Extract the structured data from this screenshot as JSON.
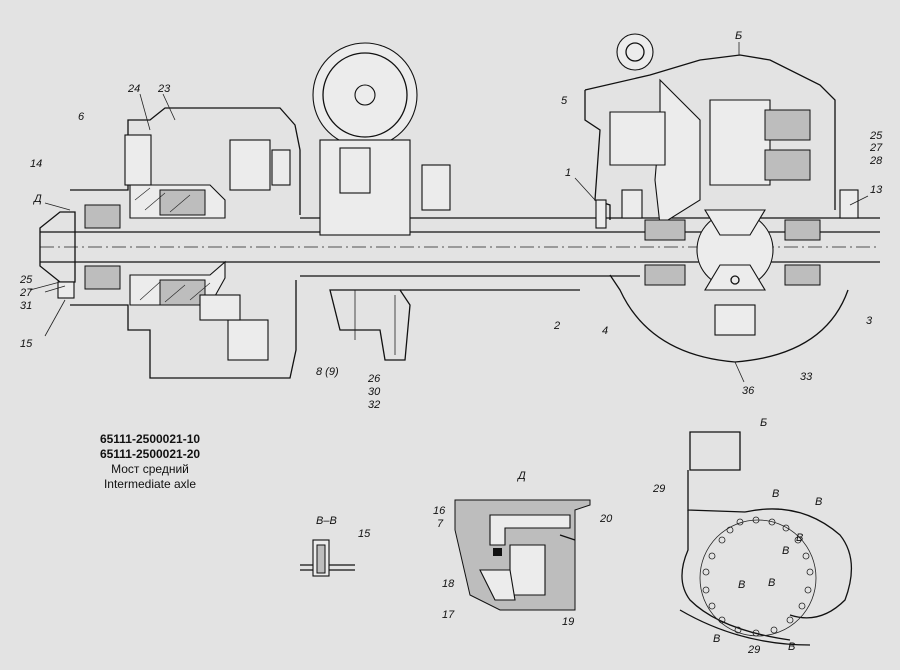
{
  "caption": {
    "part_number_1": "65111-2500021-10",
    "part_number_2": "65111-2500021-20",
    "name_ru": "Мост средний",
    "name_en": "Intermediate axle"
  },
  "callouts": {
    "c24": "24",
    "c23": "23",
    "c6": "6",
    "c14": "14",
    "cD": "Д",
    "c25a": "25",
    "c27a": "27",
    "c31": "31",
    "c15a": "15",
    "c8": "8 (9)",
    "c26": "26",
    "c30": "30",
    "c32": "32",
    "c5": "5",
    "cB_top": "Б",
    "c1": "1",
    "c25b": "25",
    "c27b": "27",
    "c28": "28",
    "c13": "13",
    "c2": "2",
    "c4": "4",
    "c3": "3",
    "c36": "36",
    "c33": "33",
    "cVV": "В–В",
    "c15b": "15",
    "cD_detail": "Д",
    "c16": "16",
    "c7": "7",
    "c20": "20",
    "c18": "18",
    "c17": "17",
    "c19": "19",
    "cB_detail": "Б",
    "c29a": "29",
    "c29b": "29",
    "cV1": "В",
    "cV2": "В",
    "cV3": "В",
    "cV4": "В",
    "cV5": "В",
    "cV6": "В",
    "cV7": "В",
    "cV8": "В"
  }
}
